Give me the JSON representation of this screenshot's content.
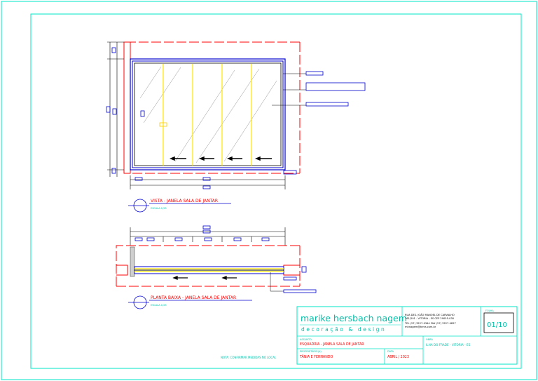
{
  "drawings": {
    "elevation": {
      "title": "VISTA - JANELA SALA DE JANTAR",
      "scale": "ESCALA 1/25"
    },
    "plan": {
      "title": "PLANTA BAIXA - JANELA SALA DE JANTAR",
      "scale": "ESCALA 1/25"
    }
  },
  "note": "NOTA: CONFIRMAR MEDIDAS NO LOCAL",
  "title_block": {
    "company": "marike hersbach nagem",
    "tagline": "decoração & design",
    "address_lines": [
      "RUA DES. JOÃO MANOEL DE CARVALHO",
      "161/201 - VITÓRIA - ES  CEP 29055-030",
      "TEL (27) 3227-9344  FAX (27) 3227-9827",
      "mhnagem@terra.com.br"
    ],
    "sheet_label": "FOLHA",
    "sheet": "01/10",
    "project_label": "ASSUNTO",
    "project": "ESQUADRIA - JANELA SALA DE JANTAR",
    "client_label": "PROPRIETÁRIO(A)",
    "client": "TÂNIA E FERNANDO",
    "date_label": "DATA",
    "date": "ABRIL / 2023",
    "location_label": "OBRA",
    "location": "ILHA DO FRADE - VITÓRIA - ES"
  },
  "colors": {
    "frame": "#00e5c8",
    "title": "#ff0000",
    "wall": "#ff0000",
    "window_frame": "#0000cc",
    "mullion": "#ffe600",
    "dim": "#000000"
  }
}
